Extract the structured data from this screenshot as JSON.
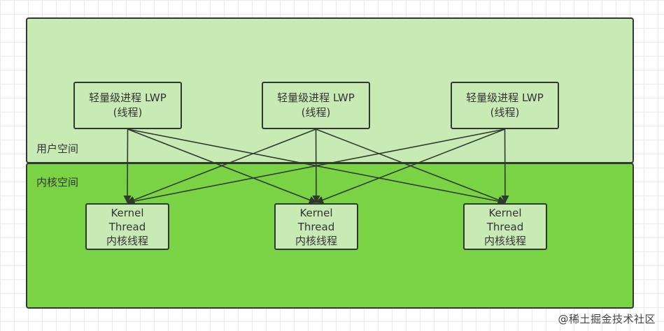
{
  "regions": {
    "user_space": "用户空间",
    "kernel_space": "内核空间"
  },
  "lwp_nodes": [
    {
      "line1": "轻量级进程 LWP",
      "line2": "(线程)"
    },
    {
      "line1": "轻量级进程 LWP",
      "line2": "(线程)"
    },
    {
      "line1": "轻量级进程 LWP",
      "line2": "(线程)"
    }
  ],
  "kernel_nodes": [
    {
      "line1": "Kernel",
      "line2": "Thread",
      "line3": "内核线程"
    },
    {
      "line1": "Kernel",
      "line2": "Thread",
      "line3": "内核线程"
    },
    {
      "line1": "Kernel",
      "line2": "Thread",
      "line3": "内核线程"
    }
  ],
  "edges": [
    {
      "from": "lwp-1",
      "to": "kernel-thread-1"
    },
    {
      "from": "lwp-1",
      "to": "kernel-thread-2"
    },
    {
      "from": "lwp-1",
      "to": "kernel-thread-3"
    },
    {
      "from": "lwp-2",
      "to": "kernel-thread-1"
    },
    {
      "from": "lwp-2",
      "to": "kernel-thread-2"
    },
    {
      "from": "lwp-2",
      "to": "kernel-thread-3"
    },
    {
      "from": "lwp-3",
      "to": "kernel-thread-1"
    },
    {
      "from": "lwp-3",
      "to": "kernel-thread-2"
    },
    {
      "from": "lwp-3",
      "to": "kernel-thread-3"
    }
  ],
  "watermark": "@稀土掘金技术社区",
  "colors": {
    "user_space_fill": "#c8ebb5",
    "kernel_space_fill": "#7ad344",
    "node_fill": "#c8ebb5",
    "stroke": "#2f3a2f"
  }
}
